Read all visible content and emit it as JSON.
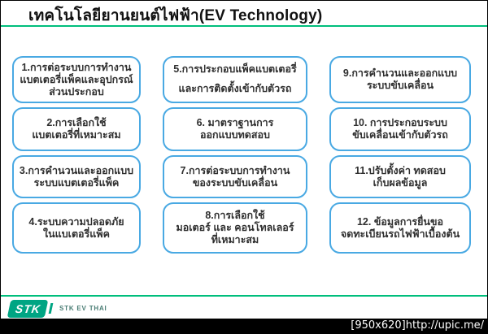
{
  "slide": {
    "title": "เทคโนโลยียานยนต์ไฟฟ้า(EV Technology)",
    "colors": {
      "accent_line": "#00BE7C",
      "box_border": "#49A9E3",
      "logo_teal": "#00A583",
      "watermark_bg": "#000000"
    }
  },
  "topics": [
    {
      "lines": [
        "1.การต่อระบบการทำงาน",
        "แบตเตอรี่แพ็คและอุปกรณ์",
        "ส่วนประกอบ"
      ]
    },
    {
      "lines": [
        "2.การเลือกใช้",
        "แบตเตอรี่ที่เหมาะสม"
      ]
    },
    {
      "lines": [
        "3.การคำนวนและออกแบบ",
        "ระบบแบตเตอรี่แพ็ค"
      ]
    },
    {
      "lines": [
        "4.ระบบความปลอดภัย",
        "ในแบเตอรี่แพ็ค"
      ]
    },
    {
      "lines": [
        "5.การประกอบแพ็คแบตเตอรี่",
        "และการติดตั้งเข้ากับตัวรถ"
      ]
    },
    {
      "lines": [
        "6. มาตราฐานการ",
        "ออกแบบทดสอบ"
      ]
    },
    {
      "lines": [
        "7.การต่อระบบการทำงาน",
        "ของระบบขับเคลื่อน"
      ]
    },
    {
      "lines": [
        "8.การเลือกใช้",
        "มอเตอร์ และ คอนโทลเลอร์",
        "ที่เหมาะสม"
      ]
    },
    {
      "lines": [
        "9.การคำนวนและออกแบบ",
        "ระบบขับเคลื่อน"
      ]
    },
    {
      "lines": [
        "10. การประกอบระบบ",
        "ขับเคลื่อนเข้ากับตัวรถ"
      ]
    },
    {
      "lines": [
        "11.ปรับตั้งค่า ทดสอบ",
        "เก็บผลข้อมูล"
      ]
    },
    {
      "lines": [
        "12. ข้อมูลการยื่นขอ",
        "จดทะเบียนรถไฟฟ้าเบื้องต้น"
      ]
    }
  ],
  "footer": {
    "logo_text": "STK",
    "brand_label": "STK EV THAI"
  },
  "watermark": {
    "text": "[950x620]http://upic.me/"
  }
}
